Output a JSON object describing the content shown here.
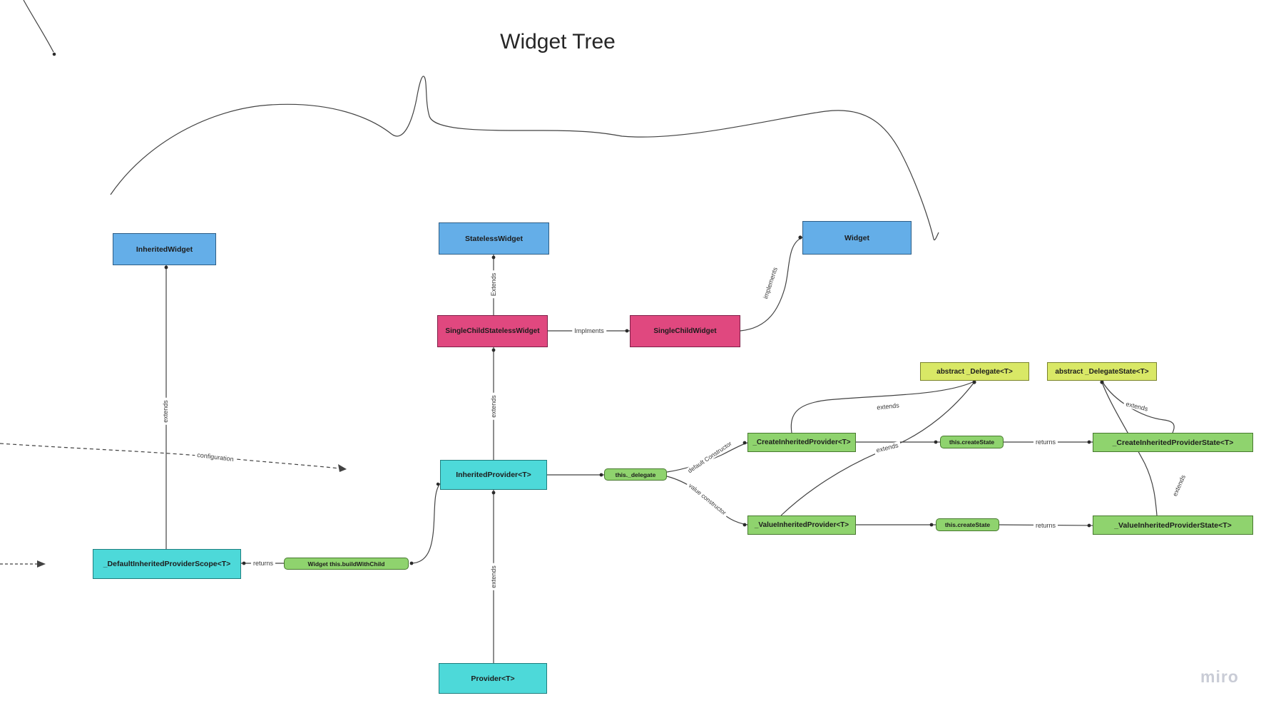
{
  "title": "Widget Tree",
  "watermark": "miro",
  "boxes": {
    "inherited_widget": "InheritedWidget",
    "stateless_widget": "StatelessWidget",
    "widget": "Widget",
    "single_child_stateless_widget": "SingleChildStatelessWidget",
    "single_child_widget": "SingleChildWidget",
    "abstract_delegate": "abstract _Delegate<T>",
    "abstract_delegate_state": "abstract _DelegateState<T>",
    "inherited_provider": "InheritedProvider<T>",
    "this_delegate": "this._delegate",
    "create_inherited_provider": "_CreateInheritedProvider<T>",
    "create_state_top": "this.createState",
    "create_inherited_provider_state": "_CreateInheritedProviderState<T>",
    "value_inherited_provider": "_ValueInheritedProvider<T>",
    "create_state_bottom": "this.createState",
    "value_inherited_provider_state": "_ValueInheritedProviderState<T>",
    "default_inherited_provider_scope": "_DefaultInheritedProviderScope<T>",
    "widget_build_with_child": "Widget this.buildWithChild",
    "provider": "Provider<T>"
  },
  "edge_labels": {
    "extends_stateless": "Extends",
    "implments": "Implments",
    "implements": "implements",
    "extends_inherited_provider": "extends",
    "extends_provider": "extends",
    "extends_inherited_widget": "extends",
    "configuration": "configuration",
    "returns_scope": "returns",
    "default_constructor": "default Constructor",
    "value_constructor": "value constructor",
    "extends_create_delegate": "extends",
    "extends_value_delegate": "extends",
    "returns_create": "returns",
    "extends_create_state": "extends",
    "extends_value_state": "extends",
    "returns_value": "returns"
  },
  "colors": {
    "node_blue": "#64AEE8",
    "node_pink": "#E0487F",
    "node_cyan": "#4DD9D9",
    "node_green": "#8FD36E",
    "node_yellow_green": "#D9E866",
    "connector": "#424242",
    "watermark": "#C9CCD6"
  }
}
